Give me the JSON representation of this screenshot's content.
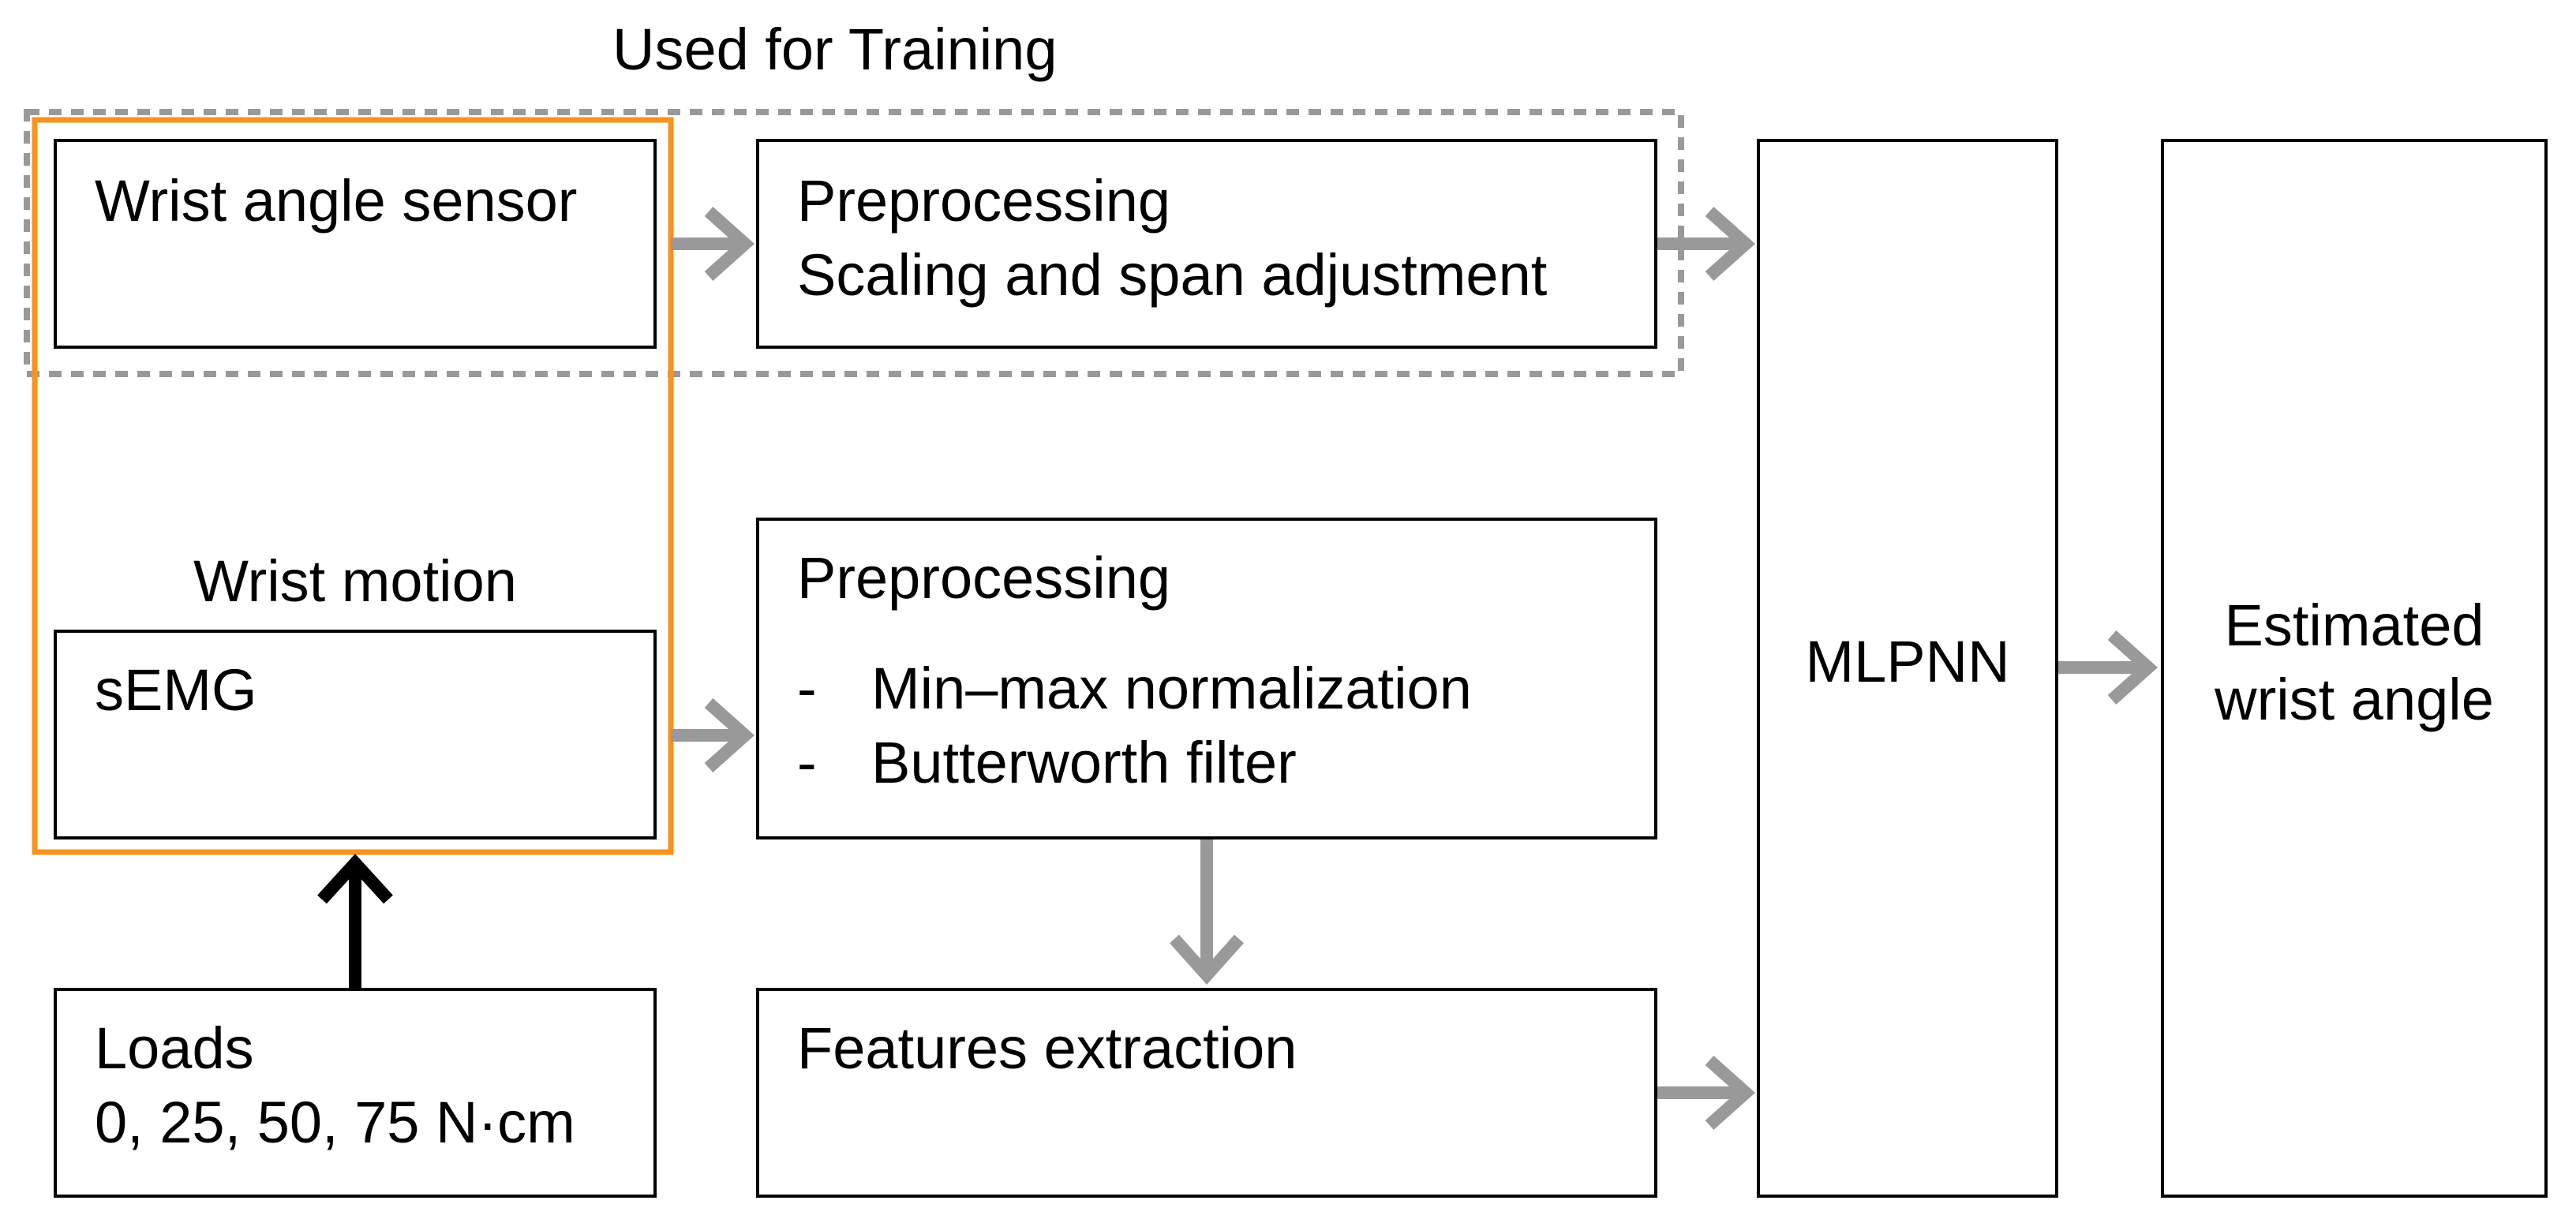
{
  "training_group": {
    "label": "Used for Training"
  },
  "wrist_motion": {
    "label": "Wrist motion"
  },
  "blocks": {
    "wrist_angle_sensor": "Wrist angle sensor",
    "semg": "sEMG",
    "loads": {
      "title": "Loads",
      "values": "0, 25, 50, 75 N·cm"
    },
    "preprocessing_angle": {
      "title": "Preprocessing",
      "detail": "Scaling and span adjustment"
    },
    "preprocessing_semg": {
      "title": "Preprocessing",
      "items": [
        "Min–max normalization",
        "Butterworth filter"
      ],
      "bullet": "-"
    },
    "features_extraction": "Features extraction",
    "mlpnn": "MLPNN",
    "estimated": {
      "line1": "Estimated",
      "line2": "wrist angle"
    }
  },
  "colors": {
    "orange_frame": "#F7931E",
    "dashed_frame": "#999999",
    "flow_arrow": "#999999",
    "load_arrow": "#000000"
  }
}
